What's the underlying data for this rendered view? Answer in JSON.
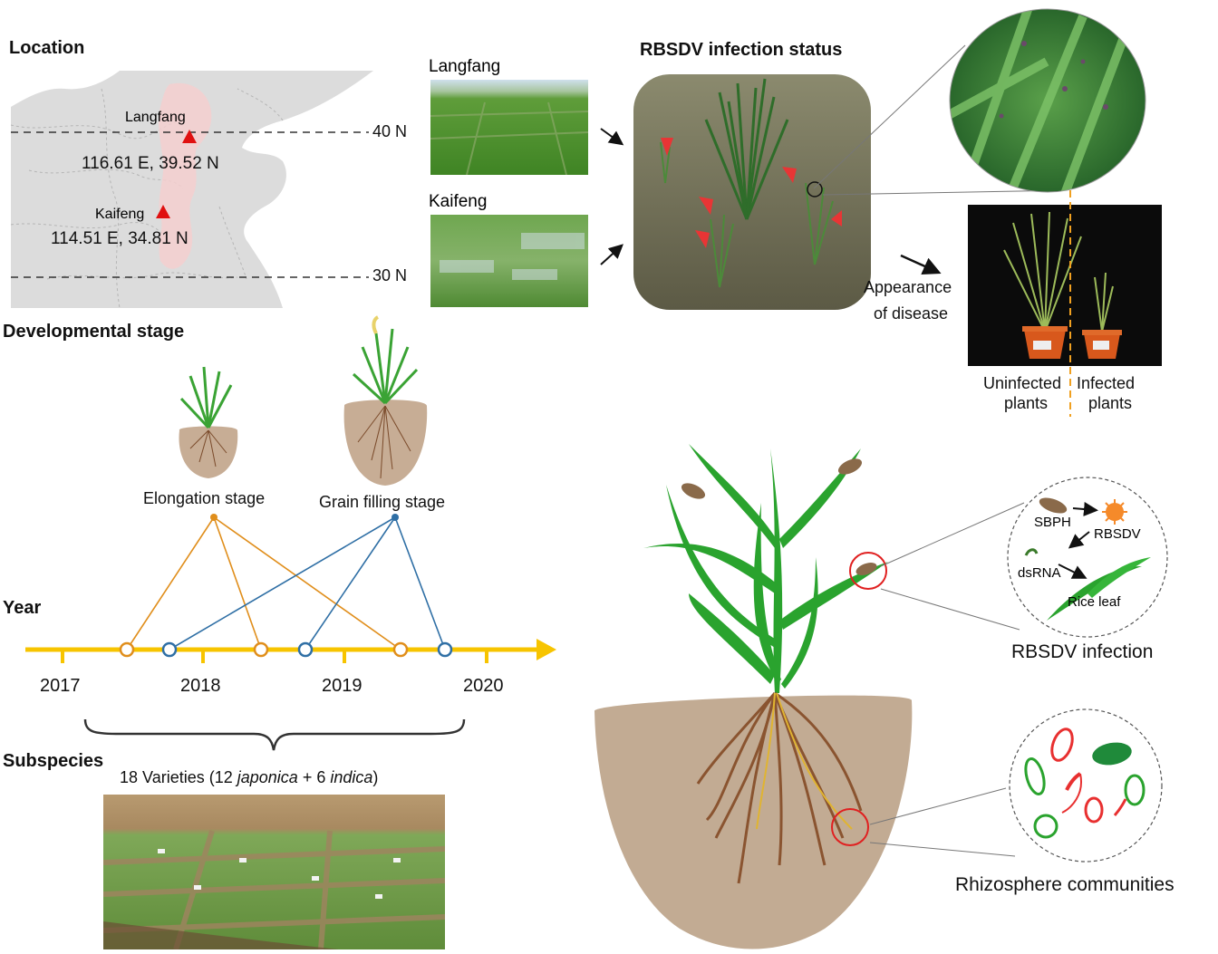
{
  "location": {
    "title": "Location",
    "lat40": "40 N",
    "lat30": "30 N",
    "sites": [
      {
        "name": "Langfang",
        "coords": "116.61 E, 39.52 N"
      },
      {
        "name": "Kaifeng",
        "coords": "114.51 E, 34.81 N"
      }
    ]
  },
  "photos": {
    "langfang": "Langfang",
    "kaifeng": "Kaifeng"
  },
  "infection_status": {
    "title": "RBSDV infection status",
    "appearance_line1": "Appearance",
    "appearance_line2": "of disease",
    "uninfected_line1": "Uninfected",
    "uninfected_line2": "plants",
    "infected_line1": "Infected",
    "infected_line2": "plants"
  },
  "stages": {
    "title": "Developmental stage",
    "elongation": "Elongation stage",
    "grain_filling": "Grain filling stage"
  },
  "timeline": {
    "title": "Year",
    "years": [
      "2017",
      "2018",
      "2019",
      "2020"
    ],
    "colors": {
      "axis": "#f7c400",
      "elongation": "#e08e1b",
      "grain_filling": "#2f6fa5"
    }
  },
  "subspecies": {
    "title": "Subspecies",
    "varieties_prefix": "18 Varieties (12 ",
    "japonica": "japonica",
    "middle": " + 6 ",
    "indica": "indica",
    "suffix": ")"
  },
  "infection_cycle": {
    "sbph": "SBPH",
    "rbsdv": "RBSDV",
    "dsrna": "dsRNA",
    "rice_leaf": "Rice leaf",
    "caption": "RBSDV infection"
  },
  "rhizosphere": {
    "caption": "Rhizosphere communities"
  }
}
